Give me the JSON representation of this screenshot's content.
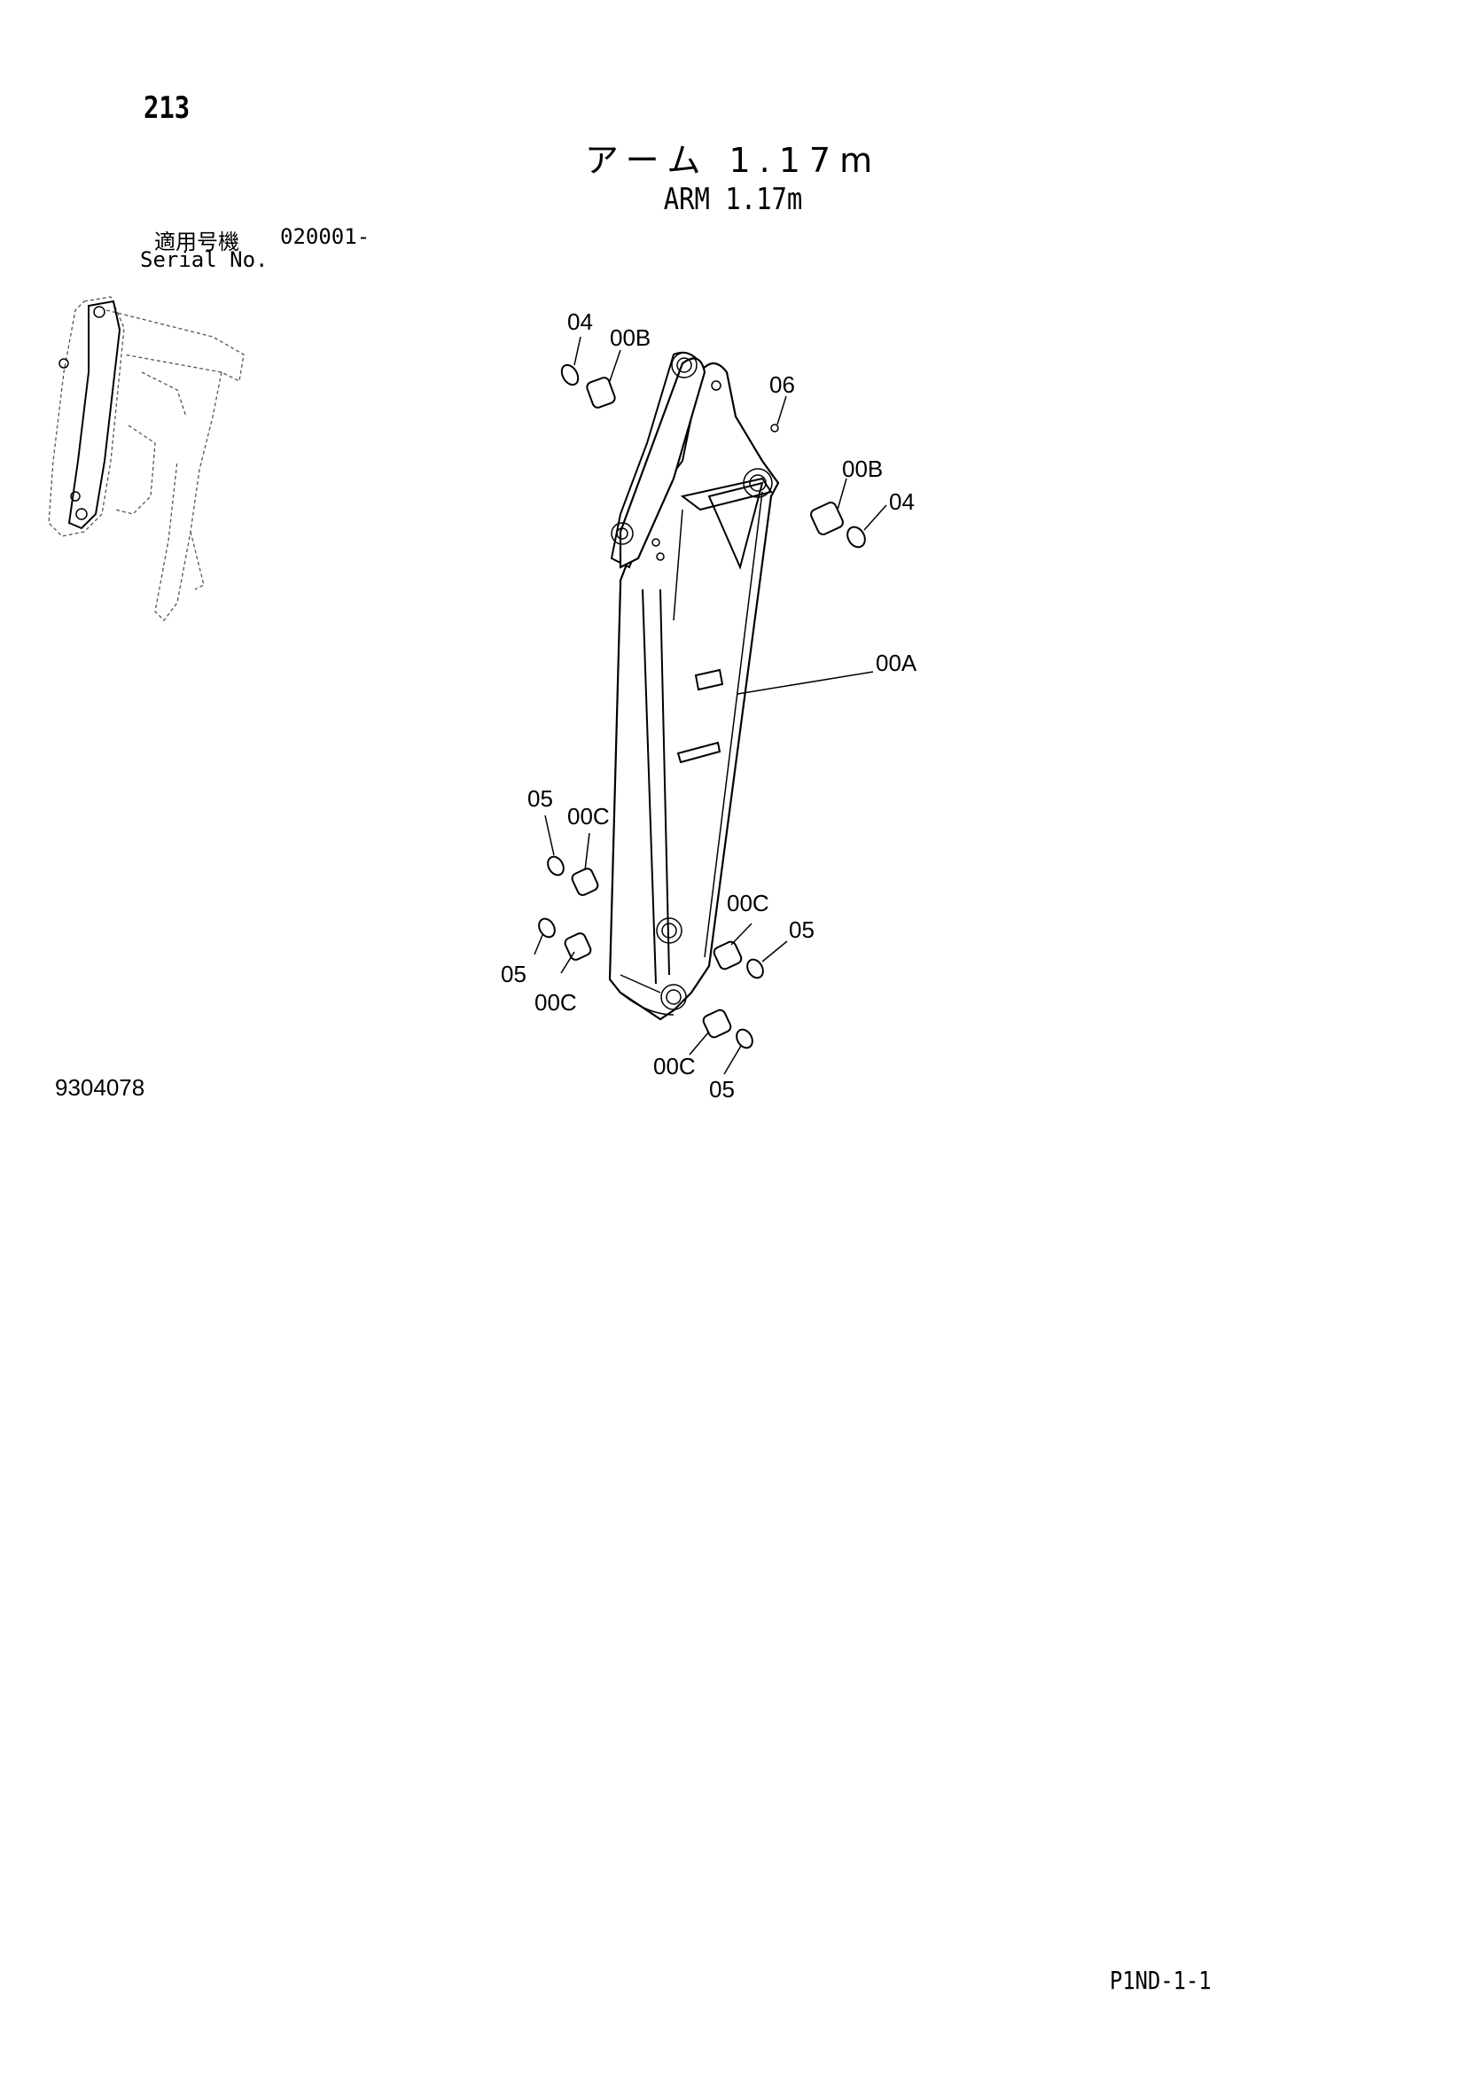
{
  "page_number": "213",
  "title": {
    "japanese": "アーム 1.17m",
    "english": "ARM 1.17m"
  },
  "serial": {
    "label_jp": "適用号機",
    "range": "020001-",
    "label_en": "Serial No."
  },
  "drawing_number": "9304078",
  "footer_code": "P1ND-1-1",
  "callouts": [
    {
      "id": "c1",
      "label": "04"
    },
    {
      "id": "c2",
      "label": "00B"
    },
    {
      "id": "c3",
      "label": "06"
    },
    {
      "id": "c4",
      "label": "00B"
    },
    {
      "id": "c5",
      "label": "04"
    },
    {
      "id": "c6",
      "label": "00A"
    },
    {
      "id": "c7",
      "label": "05"
    },
    {
      "id": "c8",
      "label": "00C"
    },
    {
      "id": "c9",
      "label": "00C"
    },
    {
      "id": "c10",
      "label": "05"
    },
    {
      "id": "c11",
      "label": "05"
    },
    {
      "id": "c12",
      "label": "00C"
    },
    {
      "id": "c13",
      "label": "00C"
    },
    {
      "id": "c14",
      "label": "05"
    }
  ]
}
